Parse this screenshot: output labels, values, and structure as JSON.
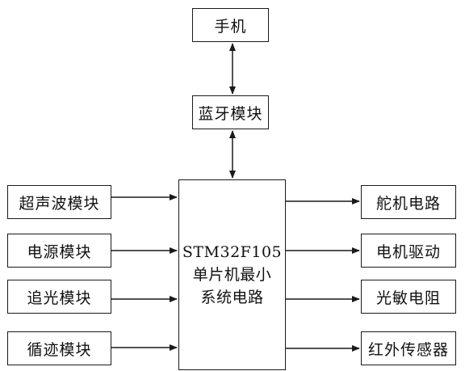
{
  "nodes": {
    "phone": "手机",
    "bluetooth": "蓝牙模块",
    "mcu": {
      "line1": "STM32F105",
      "line2": "单片机最小",
      "line3": "系统电路"
    },
    "inputs": [
      "超声波模块",
      "电源模块",
      "追光模块",
      "循迹模块"
    ],
    "outputs": [
      "舵机电路",
      "电机驱动",
      "光敏电阻",
      "红外传感器"
    ]
  },
  "edges": [
    {
      "from": "phone",
      "to": "bluetooth",
      "style": "bidirectional"
    },
    {
      "from": "bluetooth",
      "to": "mcu",
      "style": "bidirectional"
    },
    {
      "from": "超声波模块",
      "to": "mcu",
      "style": "arrow"
    },
    {
      "from": "电源模块",
      "to": "mcu",
      "style": "arrow"
    },
    {
      "from": "追光模块",
      "to": "mcu",
      "style": "arrow"
    },
    {
      "from": "循迹模块",
      "to": "mcu",
      "style": "arrow"
    },
    {
      "from": "mcu",
      "to": "舵机电路",
      "style": "arrow"
    },
    {
      "from": "mcu",
      "to": "电机驱动",
      "style": "arrow"
    },
    {
      "from": "mcu",
      "to": "光敏电阻",
      "style": "arrow"
    },
    {
      "from": "mcu",
      "to": "红外传感器",
      "style": "arrow"
    }
  ],
  "colors": {
    "stroke": "#1a1a1a",
    "text": "#111111",
    "background": "#ffffff"
  }
}
